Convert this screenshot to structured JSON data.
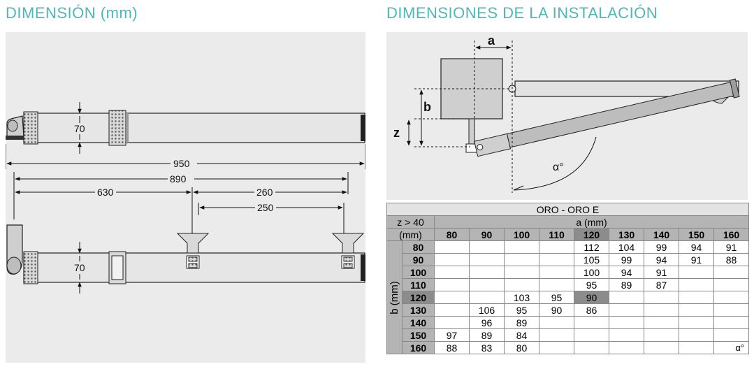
{
  "titles": {
    "left": "DIMENSIÓN (mm)",
    "right": "DIMENSIONES DE LA INSTALACIÓN"
  },
  "left_diagram": {
    "top_view": {
      "height_label": "70",
      "length_label": "950"
    },
    "bottom_view": {
      "height_label": "70",
      "total_label": "890",
      "first_label": "630",
      "second_label": "260",
      "third_label": "250"
    }
  },
  "right_diagram": {
    "label_a": "a",
    "label_b": "b",
    "label_z": "z",
    "label_alpha": "α°"
  },
  "table": {
    "title": "ORO - ORO E",
    "z_label": "z > 40",
    "mm_label": "(mm)",
    "a_label": "a (mm)",
    "b_label": "b (mm)",
    "a_values": [
      "80",
      "90",
      "100",
      "110",
      "120",
      "130",
      "140",
      "150",
      "160"
    ],
    "rows": [
      {
        "b": "80",
        "cells": [
          "",
          "",
          "",
          "",
          "112",
          "104",
          "99",
          "94",
          "91"
        ]
      },
      {
        "b": "90",
        "cells": [
          "",
          "",
          "",
          "",
          "105",
          "99",
          "94",
          "91",
          "88"
        ]
      },
      {
        "b": "100",
        "cells": [
          "",
          "",
          "",
          "",
          "100",
          "94",
          "91",
          "",
          ""
        ]
      },
      {
        "b": "110",
        "cells": [
          "",
          "",
          "",
          "",
          "95",
          "89",
          "87",
          "",
          ""
        ]
      },
      {
        "b": "120",
        "cells": [
          "",
          "",
          "103",
          "95",
          "90",
          "",
          "",
          "",
          ""
        ]
      },
      {
        "b": "130",
        "cells": [
          "",
          "106",
          "95",
          "90",
          "86",
          "",
          "",
          "",
          ""
        ]
      },
      {
        "b": "140",
        "cells": [
          "",
          "96",
          "89",
          "",
          "",
          "",
          "",
          "",
          ""
        ]
      },
      {
        "b": "150",
        "cells": [
          "97",
          "89",
          "84",
          "",
          "",
          "",
          "",
          "",
          ""
        ]
      },
      {
        "b": "160",
        "cells": [
          "88",
          "83",
          "80",
          "",
          "",
          "",
          "",
          "",
          ""
        ]
      }
    ],
    "alpha_note": "α°"
  },
  "colors": {
    "accent": "#4fb7b8",
    "panel_bg": "#ebebeb",
    "header_gray": "#b4b4b4",
    "highlight": "#8c8c8c"
  }
}
